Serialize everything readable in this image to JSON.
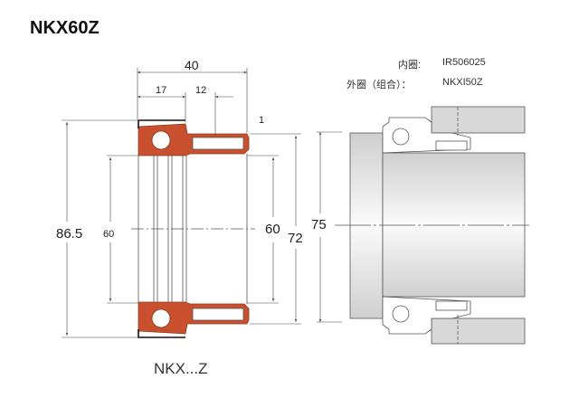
{
  "title": "NKX60Z",
  "caption": "NKX...Z",
  "parts": {
    "inner_ring_label": "内圈:",
    "inner_ring_value": "IR506025",
    "outer_ring_label": "外圈（组合）：",
    "outer_ring_value": "NKXI50Z"
  },
  "dimensions": {
    "width": "40",
    "ball_section": "17",
    "groove_offset": "12",
    "chamfer": "1",
    "outer_diameter_flange": "86.5",
    "bore_left": "60",
    "bore_right": "60",
    "outer_diameter": "72",
    "housing_diameter": "75"
  },
  "colors": {
    "section": "#c8502e",
    "line": "#555555",
    "shade": "#d8d8d8"
  }
}
